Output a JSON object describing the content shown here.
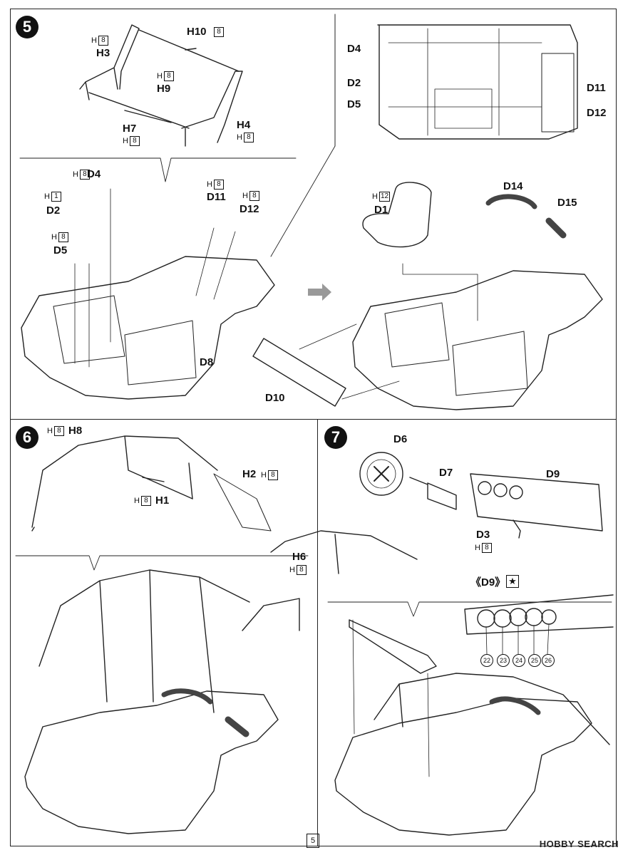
{
  "page": {
    "number": "5",
    "watermark": "HOBBY SEARCH"
  },
  "steps": [
    {
      "number": "5"
    },
    {
      "number": "6"
    },
    {
      "number": "7"
    }
  ],
  "step5": {
    "parts": {
      "H10": "H10",
      "H3": "H3",
      "H9": "H9",
      "H7": "H7",
      "H4": "H4",
      "D4": "D4",
      "D2": "D2",
      "D5": "D5",
      "D11": "D11",
      "D12": "D12",
      "D8": "D8",
      "D10": "D10",
      "D1": "D1",
      "D14": "D14",
      "D15": "D15"
    },
    "runners": {
      "H10": "8",
      "H3": "8",
      "H9": "8",
      "H7": "8",
      "D4": "8",
      "D2": "1",
      "D5": "8",
      "D11": "8",
      "D12": "8",
      "D1": "12"
    },
    "inset_labels": {
      "D4": "D4",
      "D2": "D2",
      "D5": "D5",
      "D11": "D11",
      "D12": "D12"
    }
  },
  "step6": {
    "parts": {
      "H8": "H8",
      "H2": "H2",
      "H1": "H1",
      "H6": "H6"
    },
    "runners": {
      "H8": "8",
      "H2": "8",
      "H1": "8",
      "H6": "8"
    }
  },
  "step7": {
    "parts": {
      "D6": "D6",
      "D7": "D7",
      "D9": "D9",
      "D3": "D3"
    },
    "runners": {
      "D3": "8"
    },
    "decal_title": "《D9》",
    "decal_numbers": [
      "22",
      "23",
      "24",
      "25",
      "26"
    ]
  }
}
